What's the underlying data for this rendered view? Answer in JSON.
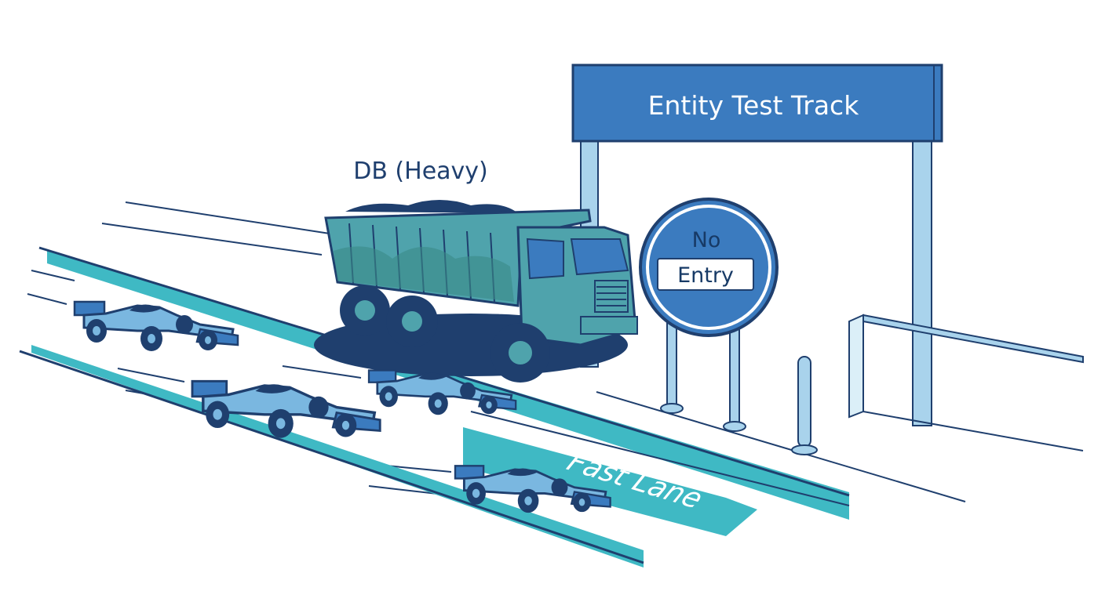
{
  "sign": {
    "title": "Entity Test Track"
  },
  "truck": {
    "label": "DB (Heavy)"
  },
  "no_entry": {
    "line1": "No",
    "line2": "Entry"
  },
  "lane": {
    "label": "Fast Lane"
  },
  "colors": {
    "navy": "#1f3f6e",
    "blue": "#3b7bbf",
    "teal": "#3fb9c4",
    "light_blue": "#a9d3ec",
    "truck_body": "#4fa3ac"
  }
}
